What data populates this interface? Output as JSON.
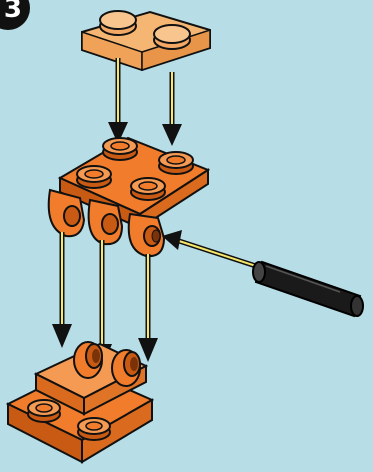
{
  "step": {
    "number": "3"
  },
  "colors": {
    "background": "#b7dde6",
    "brick": "#f07c2c",
    "brick_dark": "#c85a14",
    "brick_light": "#f59a52",
    "transparent_orange": "#f6b673",
    "arrow_line": "#f5e76a",
    "outline": "#111111",
    "pin": "#1a1a1a"
  },
  "parts": [
    {
      "name": "transparent-orange-plate-1x2"
    },
    {
      "name": "orange-plate-2x2-with-three-clips"
    },
    {
      "name": "orange-plate-with-two-bar-holders"
    },
    {
      "name": "black-bar-pin"
    }
  ]
}
